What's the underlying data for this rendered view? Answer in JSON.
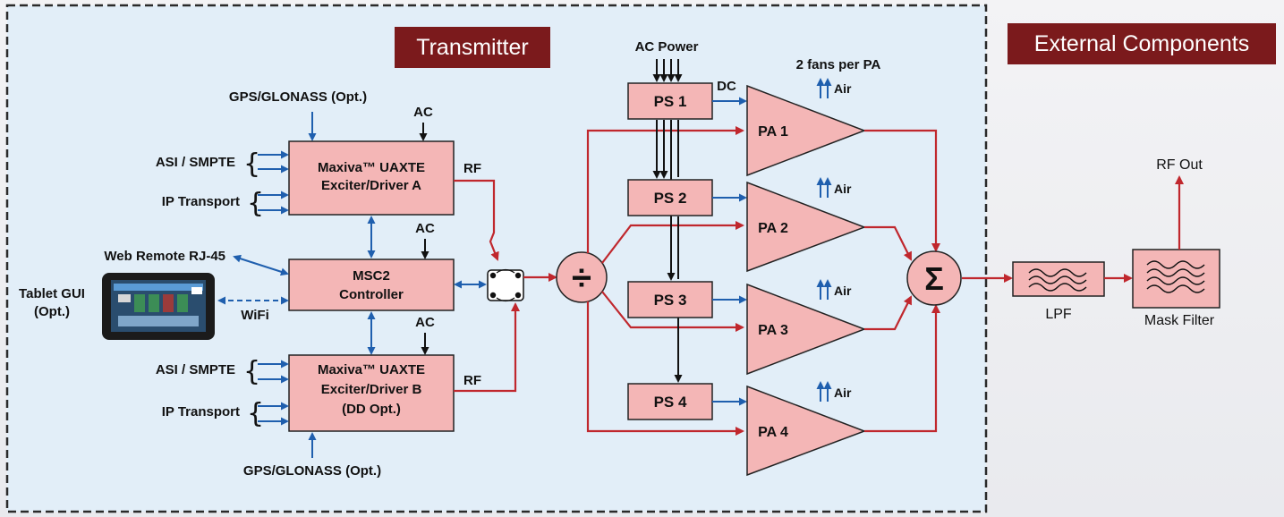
{
  "banners": {
    "transmitter": "Transmitter",
    "external": "External Components"
  },
  "inputs": {
    "gps_top": "GPS/GLONASS (Opt.)",
    "gps_bottom": "GPS/GLONASS (Opt.)",
    "asi_a": "ASI / SMPTE",
    "ip_a": "IP Transport",
    "asi_b": "ASI / SMPTE",
    "ip_b": "IP Transport",
    "web_remote": "Web Remote RJ-45",
    "tablet_line1": "Tablet GUI",
    "tablet_line2": "(Opt.)",
    "wifi": "WiFi"
  },
  "labels": {
    "ac_a": "AC",
    "ac_mid": "AC",
    "ac_b": "AC",
    "rf_a": "RF",
    "rf_b": "RF",
    "ac_power": "AC Power",
    "dc": "DC",
    "fans": "2 fans per PA",
    "air": "Air",
    "rf_out": "RF Out",
    "lpf": "LPF",
    "mask_filter": "Mask Filter"
  },
  "blocks": {
    "exciter_a": [
      "Maxiva™ UAXTE",
      "Exciter/Driver A"
    ],
    "controller": [
      "MSC2",
      "Controller"
    ],
    "exciter_b": [
      "Maxiva™ UAXTE",
      "Exciter/Driver B",
      "(DD Opt.)"
    ],
    "ps1": "PS 1",
    "ps2": "PS 2",
    "ps3": "PS 3",
    "ps4": "PS 4",
    "pa1": "PA 1",
    "pa2": "PA 2",
    "pa3": "PA 3",
    "pa4": "PA 4",
    "splitter_symbol": "÷",
    "combiner_symbol": "Σ"
  },
  "colors": {
    "block_fill": "#f4b6b6",
    "block_stroke": "#222222",
    "rf_line": "#c0272d",
    "control_line": "#1f5fae",
    "banner": "#7b1a1c",
    "panel": "#e2eef8"
  }
}
